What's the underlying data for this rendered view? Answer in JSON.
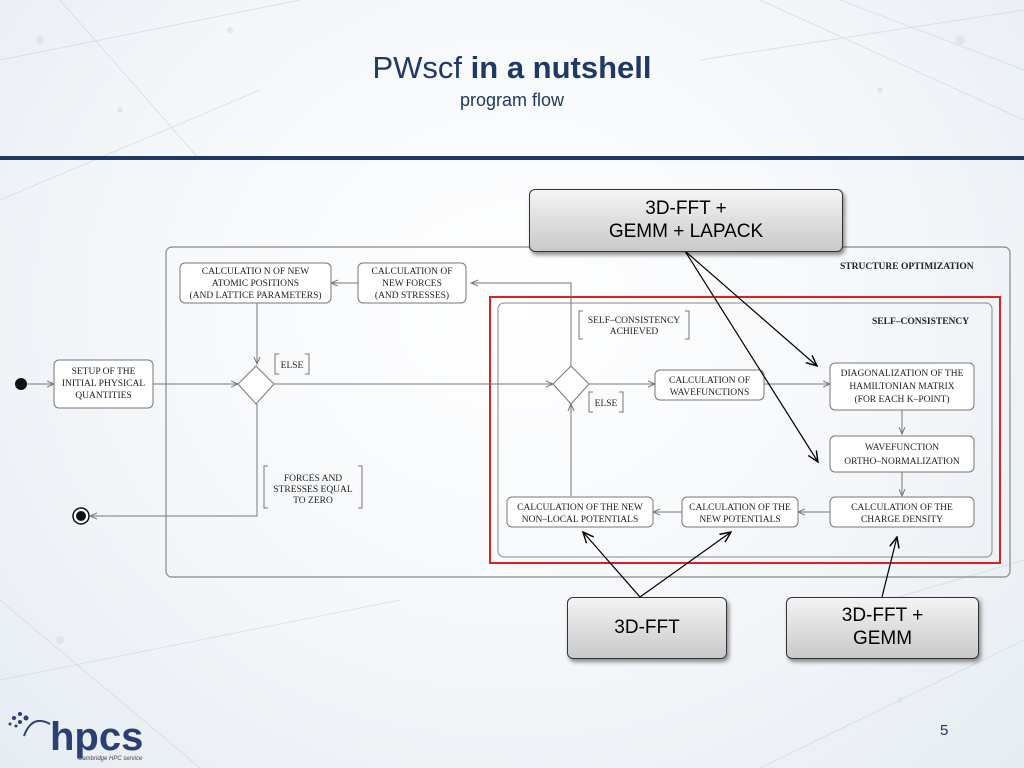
{
  "title": {
    "regular": "PWscf",
    "bold": "in a nutshell"
  },
  "subtitle": "program flow",
  "diagram": {
    "outer_label": "STRUCTURE OPTIMIZATION",
    "inner_label": "SELF–CONSISTENCY",
    "nodes": {
      "setup": [
        "SETUP OF THE",
        "INITIAL PHYSICAL",
        "QUANTITIES"
      ],
      "atomic": [
        "CALCULATIO N OF  NEW",
        "ATOMIC POSITIONS",
        "(AND LATTICE PARAMETERS)"
      ],
      "forces": [
        "CALCULATION OF",
        "NEW FORCES",
        "(AND STRESSES)"
      ],
      "wavefunctions": [
        "CALCULATION OF",
        "WAVEFUNCTIONS"
      ],
      "diagonalization": [
        "DIAGONALIZATION OF THE",
        "HAMILTONIAN MATRIX",
        "(FOR EACH K–POINT)"
      ],
      "ortho": [
        "WAVEFUNCTION",
        "ORTHO–NORMALIZATION"
      ],
      "charge": [
        "CALCULATION OF THE",
        "CHARGE DENSITY"
      ],
      "new_potentials": [
        "CALCULATION OF THE",
        "NEW POTENTIALS"
      ],
      "nonlocal": [
        "CALCULATION OF THE NEW",
        "NON–LOCAL POTENTIALS"
      ]
    },
    "guards": {
      "else_outer": "ELSE",
      "else_inner": "ELSE",
      "scf_achieved": [
        "SELF–CONSISTENCY",
        "ACHIEVED"
      ],
      "forces_zero": [
        "FORCES AND",
        "STRESSES EQUAL",
        "TO ZERO"
      ]
    }
  },
  "callouts": {
    "top": [
      "3D-FFT +",
      "GEMM + LAPACK"
    ],
    "bottom_left": [
      "3D-FFT"
    ],
    "bottom_right": [
      "3D-FFT +",
      "GEMM"
    ]
  },
  "colors": {
    "highlight_box": "#e02020",
    "title": "#1f3864",
    "rule": "#1f3864",
    "logo": "#2b3f74"
  },
  "page_number": "5",
  "logo": {
    "text": "hpcs",
    "tagline": "Cambridge HPC service"
  }
}
